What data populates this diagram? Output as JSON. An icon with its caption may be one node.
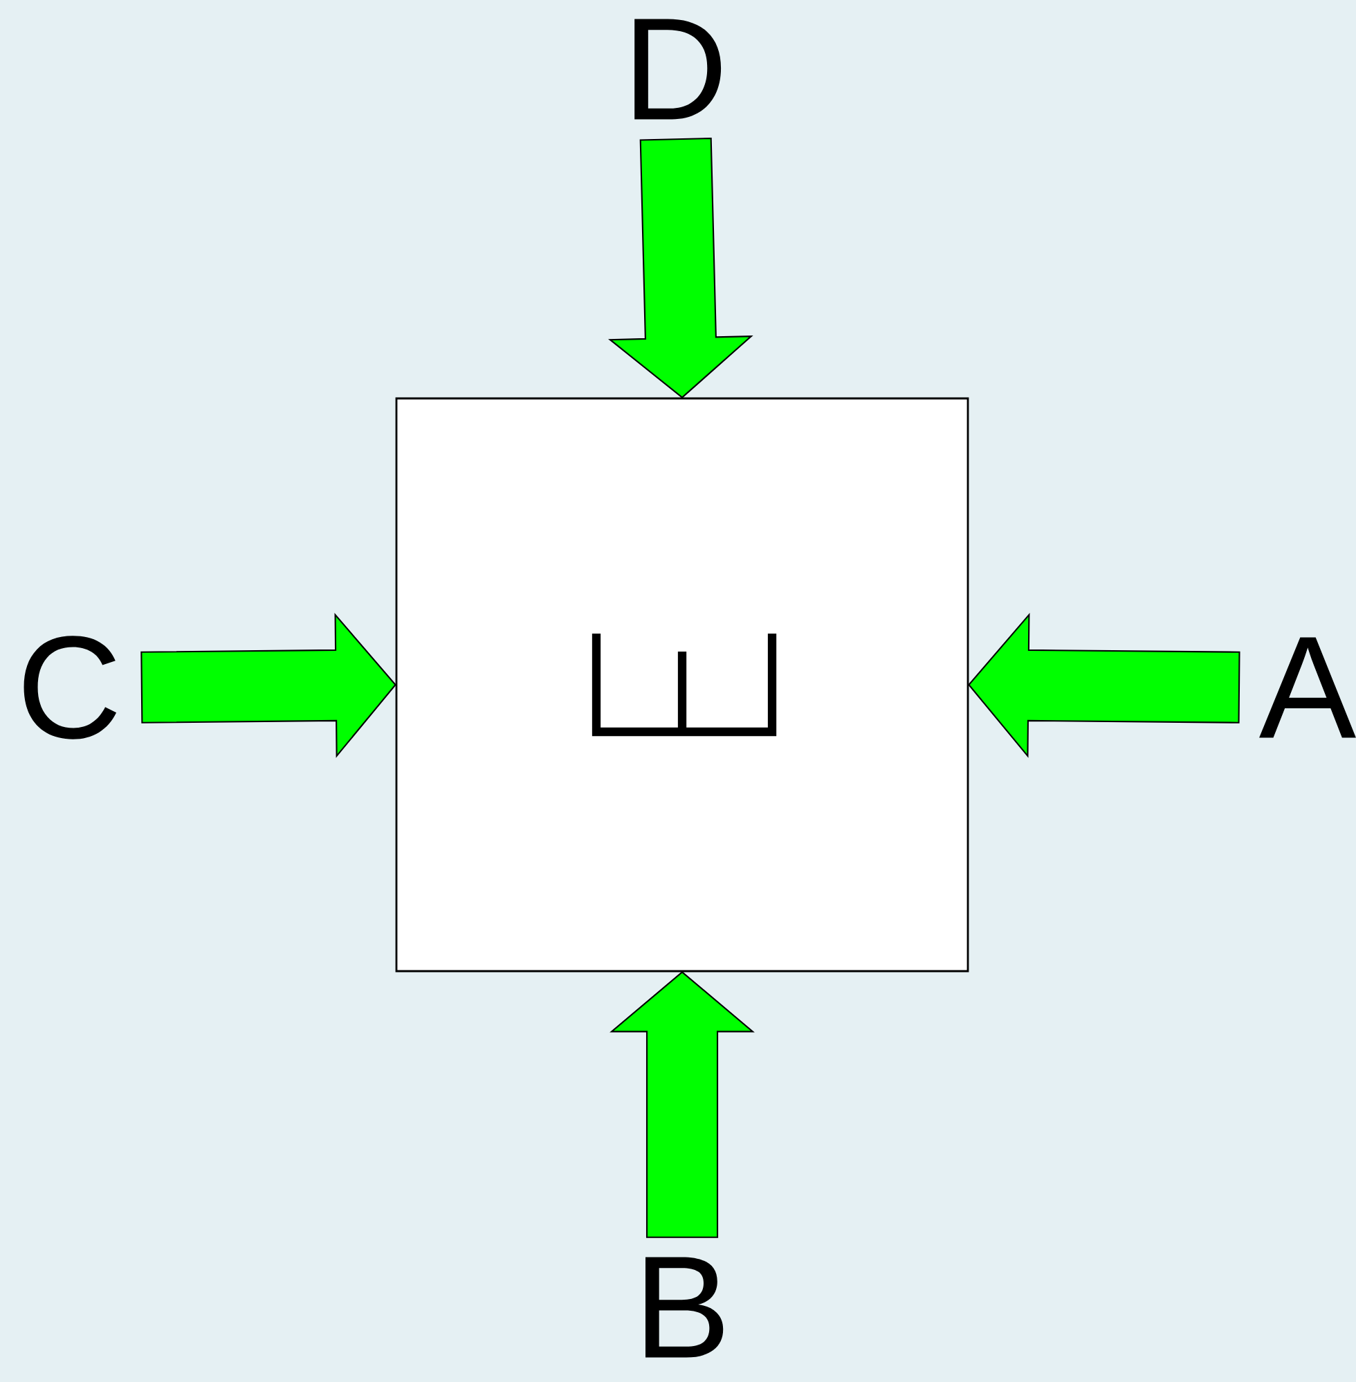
{
  "diagram": {
    "nodes": [
      {
        "text": [
          "D"
        ]
      },
      {
        "text": [],
        "shape": "box"
      },
      {
        "text": [
          "C"
        ]
      },
      {
        "text": [
          "A"
        ]
      },
      {
        "text": [
          "B"
        ]
      }
    ],
    "edges": [
      {
        "from": 0,
        "to": 1,
        "arrow": "to"
      },
      {
        "from": 2,
        "to": 1,
        "arrow": "to"
      },
      {
        "from": 3,
        "to": 1,
        "arrow": "to"
      },
      {
        "from": 4,
        "to": 1,
        "arrow": "to"
      }
    ]
  }
}
